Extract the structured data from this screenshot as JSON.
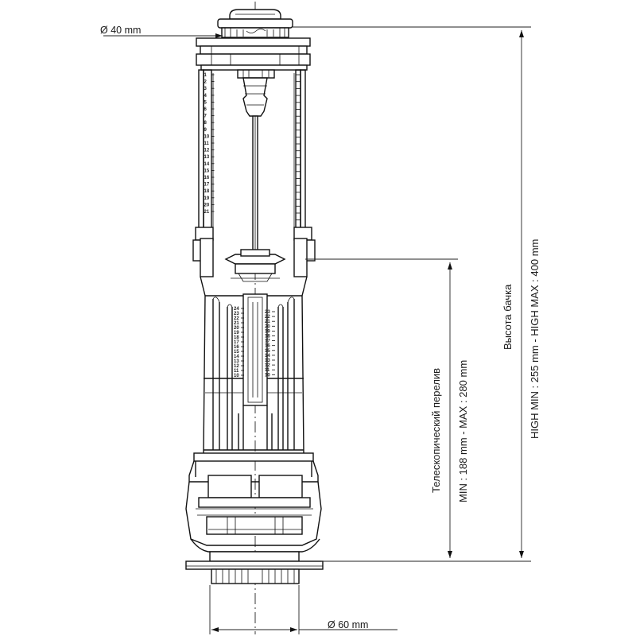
{
  "dimensions": {
    "top_diameter": "Ø 40 mm",
    "bottom_diameter": "Ø 60 mm",
    "overflow_title": "Телескопический перелив",
    "overflow_range": "MIN : 188 mm - MAX : 280 mm",
    "tank_title": "Высота бачка",
    "tank_range": "HIGH MIN : 255 mm - HIGH MAX : 400 mm"
  },
  "scales": {
    "upper_scale": [
      "1",
      "2",
      "3",
      "4",
      "5",
      "6",
      "7",
      "8",
      "9",
      "10",
      "11",
      "12",
      "13",
      "14",
      "15",
      "16",
      "17",
      "18",
      "19",
      "20",
      "21"
    ],
    "inner_left": [
      "24",
      "23",
      "22",
      "21",
      "20",
      "19",
      "18",
      "17",
      "16",
      "15",
      "14",
      "13",
      "12",
      "11",
      "10"
    ],
    "inner_right": [
      "23",
      "22",
      "21",
      "20",
      "19",
      "18",
      "17",
      "16",
      "15",
      "14",
      "13",
      "12",
      "11",
      "10"
    ]
  }
}
